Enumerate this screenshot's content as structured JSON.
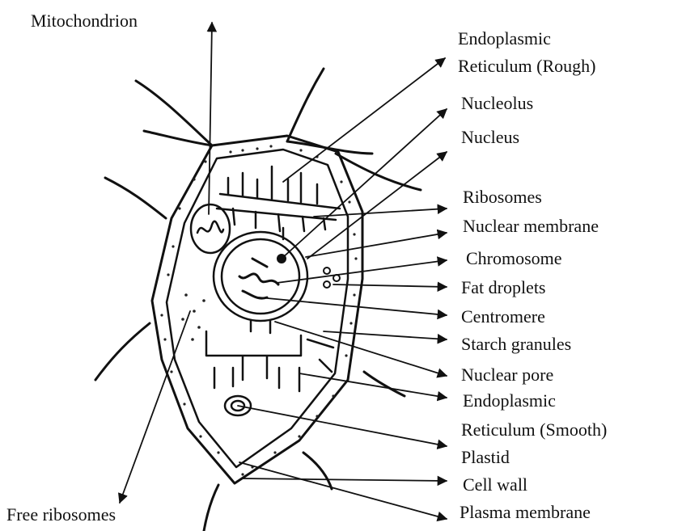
{
  "labels": {
    "mitochondrion": "Mitochondrion",
    "free_ribosomes": "Free ribosomes",
    "er_rough_1": "Endoplasmic",
    "er_rough_2": "Reticulum (Rough)",
    "nucleolus": "Nucleolus",
    "nucleus": "Nucleus",
    "ribosomes": "Ribosomes",
    "nuclear_membrane": "Nuclear membrane",
    "chromosome": "Chromosome",
    "fat_droplets": "Fat droplets",
    "centromere": "Centromere",
    "starch_granules": "Starch granules",
    "nuclear_pore": "Nuclear pore",
    "er_smooth_1": "Endoplasmic",
    "er_smooth_2": "Reticulum (Smooth)",
    "plastid": "Plastid",
    "cell_wall": "Cell wall",
    "plasma_membrane": "Plasma membrane"
  }
}
